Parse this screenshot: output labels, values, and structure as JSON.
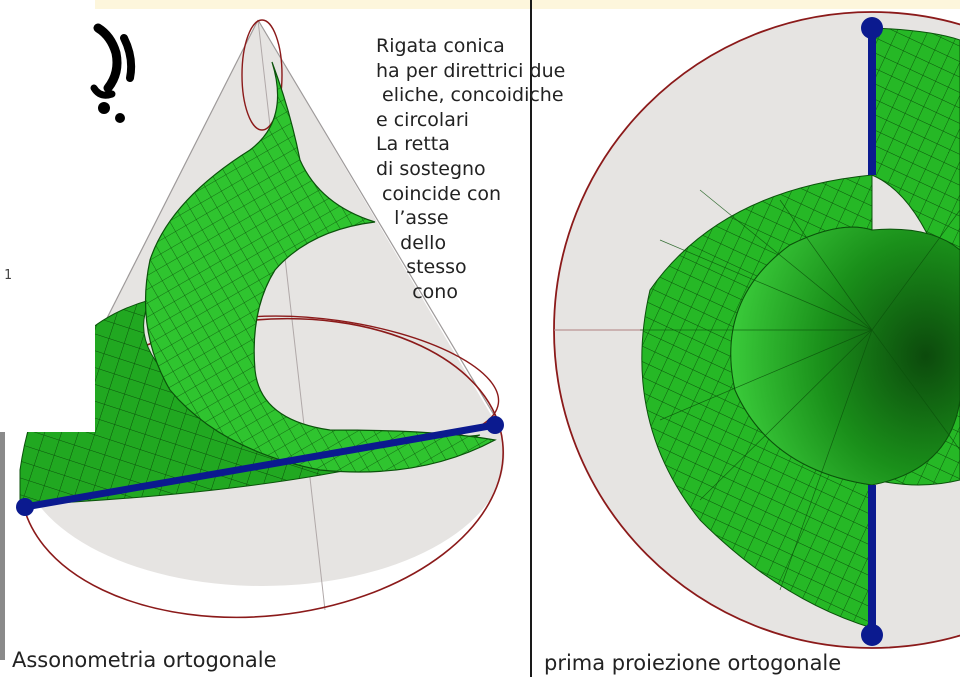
{
  "description_lines": [
    "Rigata conica",
    "ha per direttrici due",
    " eliche, concoidiche",
    "e circolari",
    "La retta",
    "di sostegno",
    " coincide con",
    "   l’asse",
    "    dello",
    "     stesso",
    "      cono"
  ],
  "captions": {
    "left": "Assonometria ortogonale",
    "right": "prima proiezione ortogonale"
  },
  "side_label": "1",
  "colors": {
    "surface_green": "#22b322",
    "surface_dark": "#0d6e0d",
    "mesh_line": "#0a4d0a",
    "cone_fill": "#e6e4e2",
    "cone_outline": "#8b1a1a",
    "axis_blue": "#0b1a8f",
    "divider": "#1a1a1a"
  }
}
